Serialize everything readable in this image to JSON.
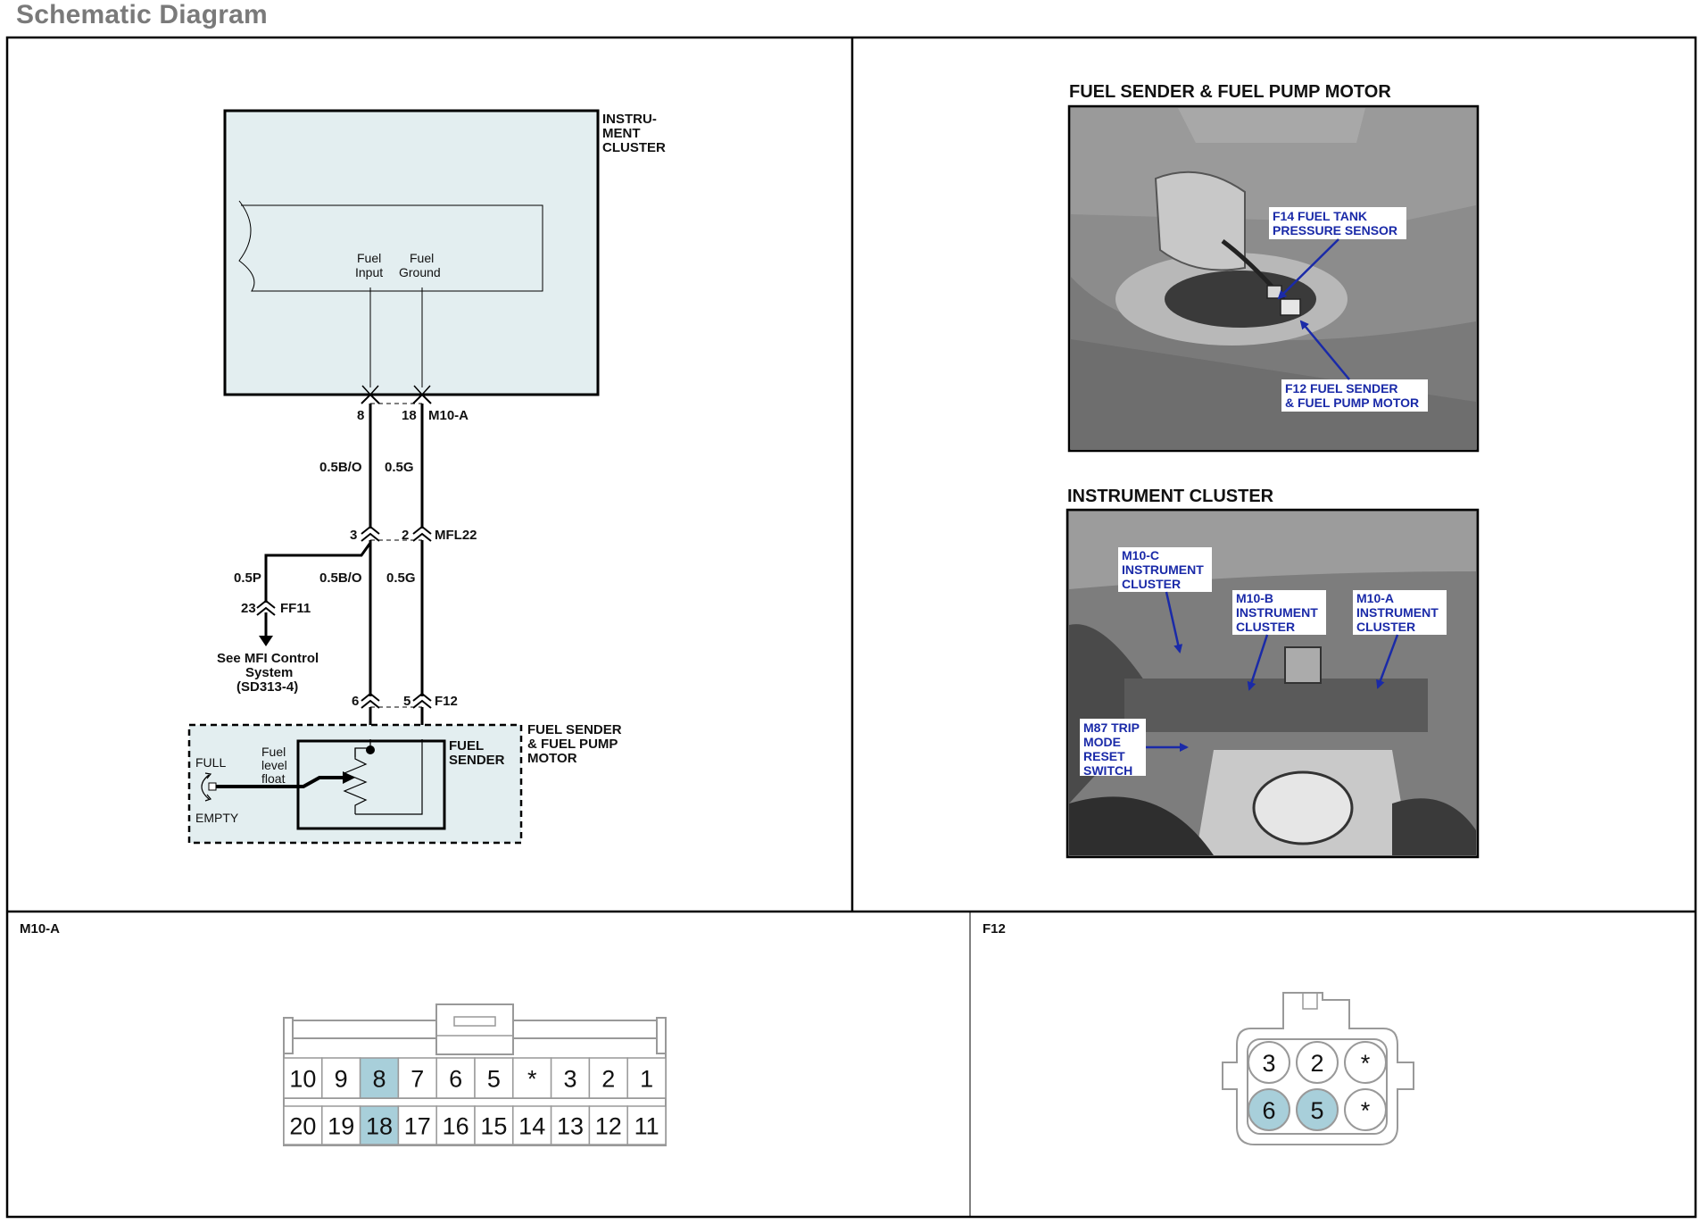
{
  "page": {
    "title": "Schematic Diagram"
  },
  "schematic": {
    "instrument_cluster_label": [
      "INSTRU-",
      "MENT",
      "CLUSTER"
    ],
    "fuel_input": [
      "Fuel",
      "Input"
    ],
    "fuel_ground": [
      "Fuel",
      "Ground"
    ],
    "m10a": {
      "pin_left": "8",
      "pin_right": "18",
      "name": "M10-A"
    },
    "wire_top_left": "0.5B/O",
    "wire_top_right": "0.5G",
    "mfl22": {
      "pin_left": "3",
      "pin_right": "2",
      "name": "MFL22"
    },
    "wire_p": "0.5P",
    "wire_mid_left": "0.5B/O",
    "wire_mid_right": "0.5G",
    "ff11": {
      "pin": "23",
      "name": "FF11"
    },
    "see_mfi": [
      "See MFI Control",
      "System",
      "(SD313-4)"
    ],
    "f12": {
      "pin_left": "6",
      "pin_right": "5",
      "name": "F12"
    },
    "fuel_sender_pump_label": [
      "FUEL SENDER",
      "& FUEL PUMP",
      "MOTOR"
    ],
    "fuel_sender_label": [
      "FUEL",
      "SENDER"
    ],
    "float_label": [
      "Fuel",
      "level",
      "float"
    ],
    "full": "FULL",
    "empty": "EMPTY"
  },
  "photos": {
    "fuel_sender_title": "FUEL SENDER & FUEL PUMP MOTOR",
    "fuel_sender_callouts": {
      "f14": [
        "F14 FUEL TANK",
        "PRESSURE SENSOR"
      ],
      "f12": [
        "F12 FUEL SENDER",
        "& FUEL PUMP MOTOR"
      ]
    },
    "cluster_title": "INSTRUMENT CLUSTER",
    "cluster_callouts": {
      "m10c": [
        "M10-C",
        "INSTRUMENT",
        "CLUSTER"
      ],
      "m10b": [
        "M10-B",
        "INSTRUMENT",
        "CLUSTER"
      ],
      "m10a": [
        "M10-A",
        "INSTRUMENT",
        "CLUSTER"
      ],
      "m87": [
        "M87 TRIP",
        "MODE",
        "RESET",
        "SWITCH"
      ]
    }
  },
  "connectors": {
    "m10a": {
      "title": "M10-A",
      "row1": [
        "10",
        "9",
        "8",
        "7",
        "6",
        "5",
        "*",
        "3",
        "2",
        "1"
      ],
      "row2": [
        "20",
        "19",
        "18",
        "17",
        "16",
        "15",
        "14",
        "13",
        "12",
        "11"
      ],
      "highlighted": [
        "8",
        "18"
      ],
      "highlight_color": "#a8cfda"
    },
    "f12": {
      "title": "F12",
      "row1": [
        "3",
        "2",
        "*"
      ],
      "row2": [
        "6",
        "5",
        "*"
      ],
      "highlighted": [
        "6",
        "5"
      ],
      "highlight_color": "#a8cfda"
    }
  },
  "colors": {
    "module_fill": "#e3eef0",
    "pin_highlight": "#a8cfda",
    "callout_text": "#1a2aa8",
    "title_gray": "#7a7a7a"
  }
}
